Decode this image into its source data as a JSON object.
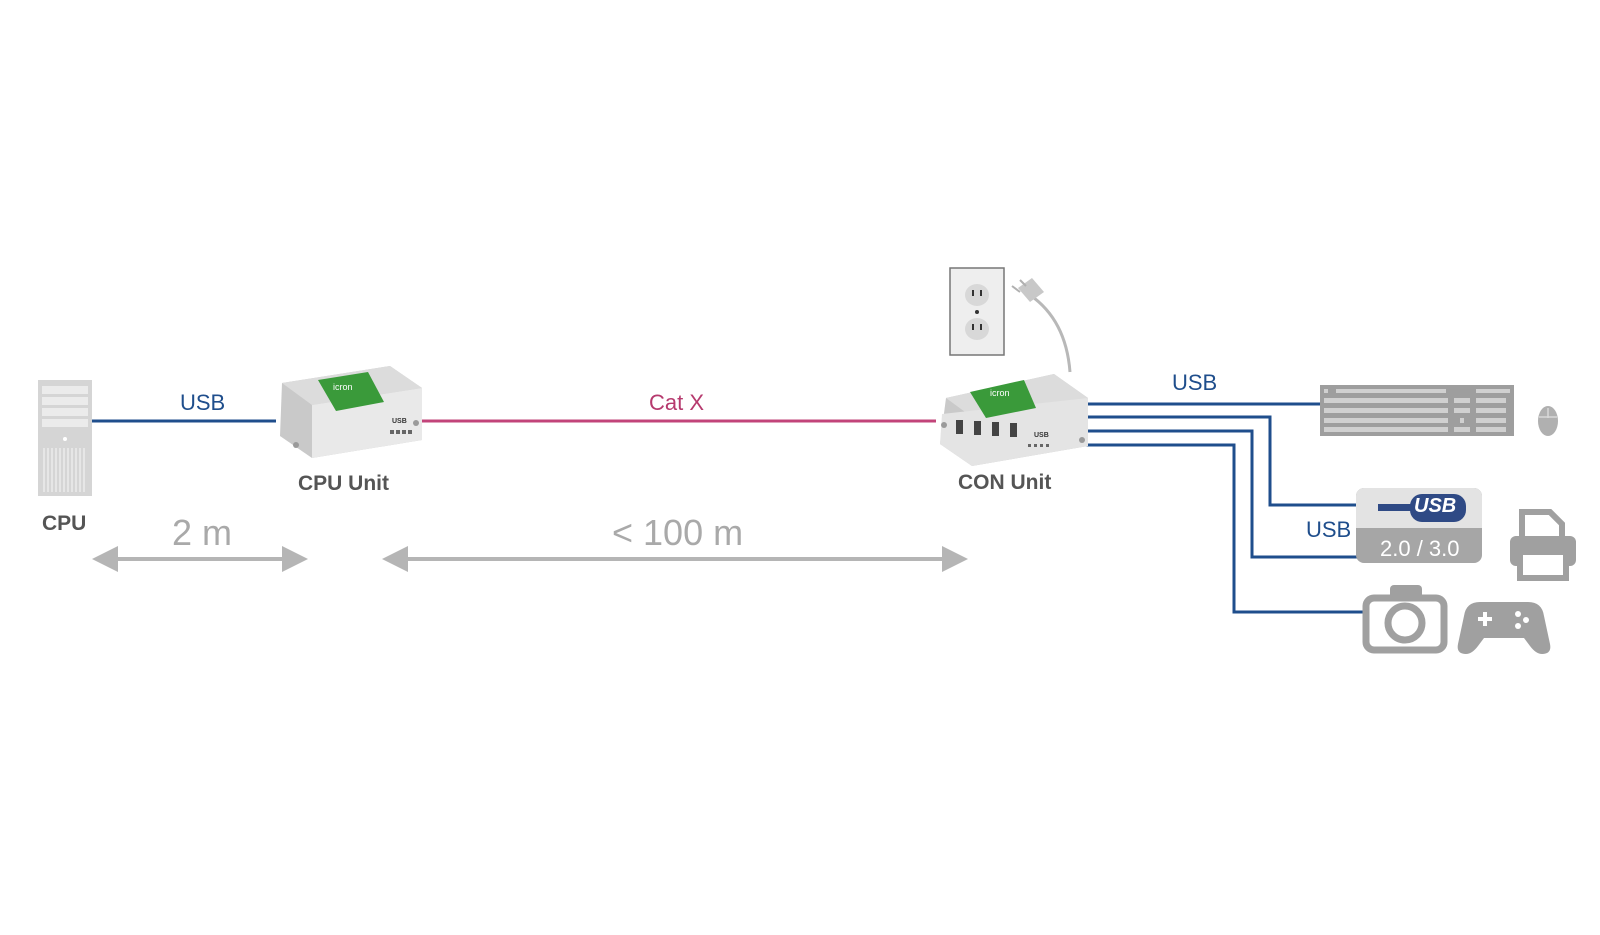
{
  "diagram": {
    "colors": {
      "usb_line": "#1f4e8c",
      "catx_line": "#c2447a",
      "device_gray": "#a6a6a6",
      "unit_green": "#3a9a3a",
      "distance_gray": "#b5b5b5"
    },
    "nodes": {
      "cpu": {
        "label": "CPU",
        "icon": "tower-pc-icon"
      },
      "cpu_unit": {
        "label": "CPU Unit",
        "brand": "icron",
        "port_label": "USB"
      },
      "con_unit": {
        "label": "CON Unit",
        "brand": "icron",
        "port_label": "USB"
      },
      "outlet": {
        "icon": "power-outlet-icon"
      },
      "plug": {
        "icon": "power-plug-icon"
      }
    },
    "links": {
      "cpu_to_unit": {
        "label": "USB"
      },
      "catx": {
        "label": "Cat X"
      },
      "con_to_devices": {
        "label": "USB"
      },
      "con_to_usb_hub": {
        "label": "USB"
      }
    },
    "distances": {
      "short": "2 m",
      "long": "< 100 m"
    },
    "devices": {
      "keyboard": {
        "icon": "keyboard-icon"
      },
      "mouse": {
        "icon": "mouse-icon"
      },
      "usb_badge": {
        "logo": "USB",
        "version": "2.0 / 3.0"
      },
      "printer": {
        "icon": "printer-icon"
      },
      "camera": {
        "icon": "camera-icon"
      },
      "gamepad": {
        "icon": "gamepad-icon"
      }
    }
  }
}
